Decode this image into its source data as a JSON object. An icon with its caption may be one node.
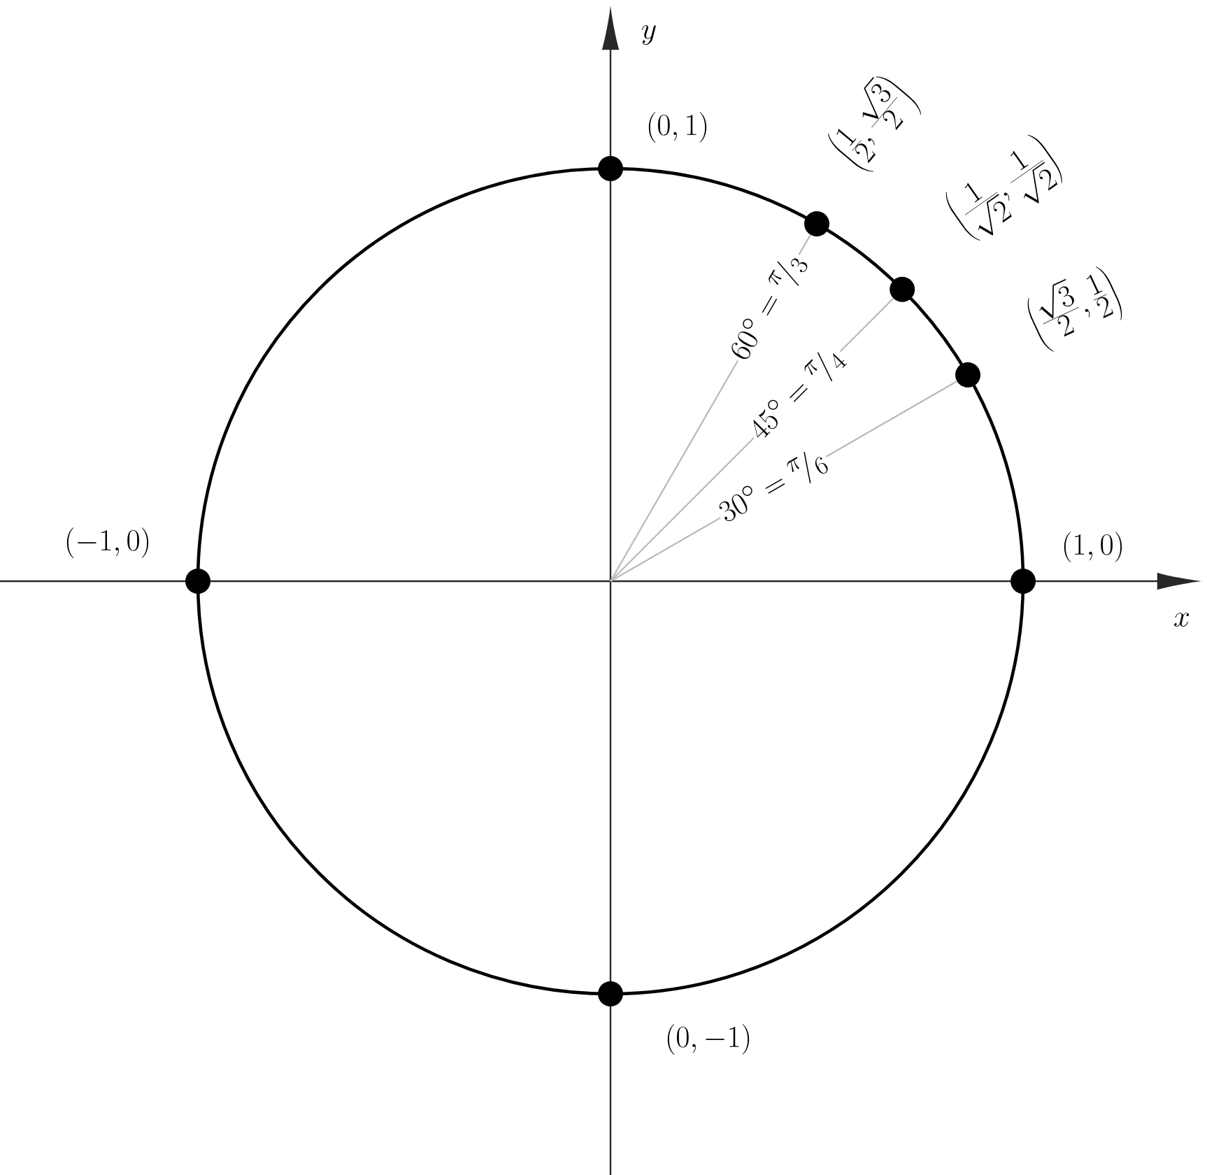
{
  "diagram": {
    "nodes": [
      {
        "text": [],
        "shape": "circle",
        "beside": [
          "(0, 1)"
        ]
      },
      {
        "text": [],
        "shape": "circle",
        "beside": [
          "\\left(\\frac{1}{2}, \\frac{\\sqrt{3}}{2}\\right)"
        ]
      },
      {
        "text": [],
        "shape": "circle",
        "beside": [
          "\\left(\\frac{1}{\\sqrt{2}}, \\frac{1}{\\sqrt{2}}\\right)"
        ]
      },
      {
        "text": [],
        "shape": "circle",
        "beside": [
          "\\left(\\frac{\\sqrt{3}}{2}, \\frac{1}{2}\\right)"
        ]
      },
      {
        "text": [],
        "shape": "circle",
        "beside": [
          "(-1, 0)"
        ]
      },
      {
        "text": [],
        "shape": "circle",
        "beside": [
          "(1, 0)"
        ]
      },
      {
        "text": [],
        "shape": "circle",
        "beside": [
          "(0, -1)"
        ]
      }
    ],
    "edges": [
      {
        "from": null,
        "to": 1,
        "arrow": "none",
        "label": "60^\\circ = {}^{\\pi}\\!/_{3}"
      },
      {
        "from": null,
        "to": 2,
        "arrow": "none",
        "label": "45^\\circ = {}^{\\pi}\\!/_{4}"
      },
      {
        "from": null,
        "to": 3,
        "arrow": "none",
        "label": "30^\\circ = {}^{\\pi}\\!/_{6}"
      }
    ],
    "labels": [
      "y",
      "x"
    ]
  }
}
